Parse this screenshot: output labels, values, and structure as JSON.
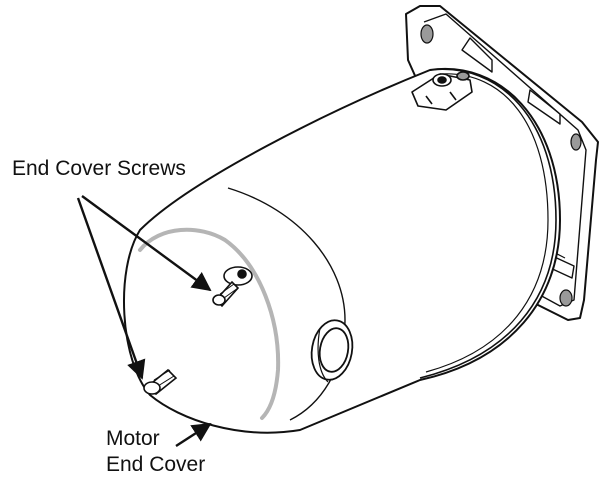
{
  "annotations": {
    "screws_label": "End Cover Screws",
    "cover_label_line1": "Motor",
    "cover_label_line2": "End Cover"
  },
  "colors": {
    "line": "#111111",
    "highlight": "#b5b5b5",
    "background": "#ffffff"
  }
}
